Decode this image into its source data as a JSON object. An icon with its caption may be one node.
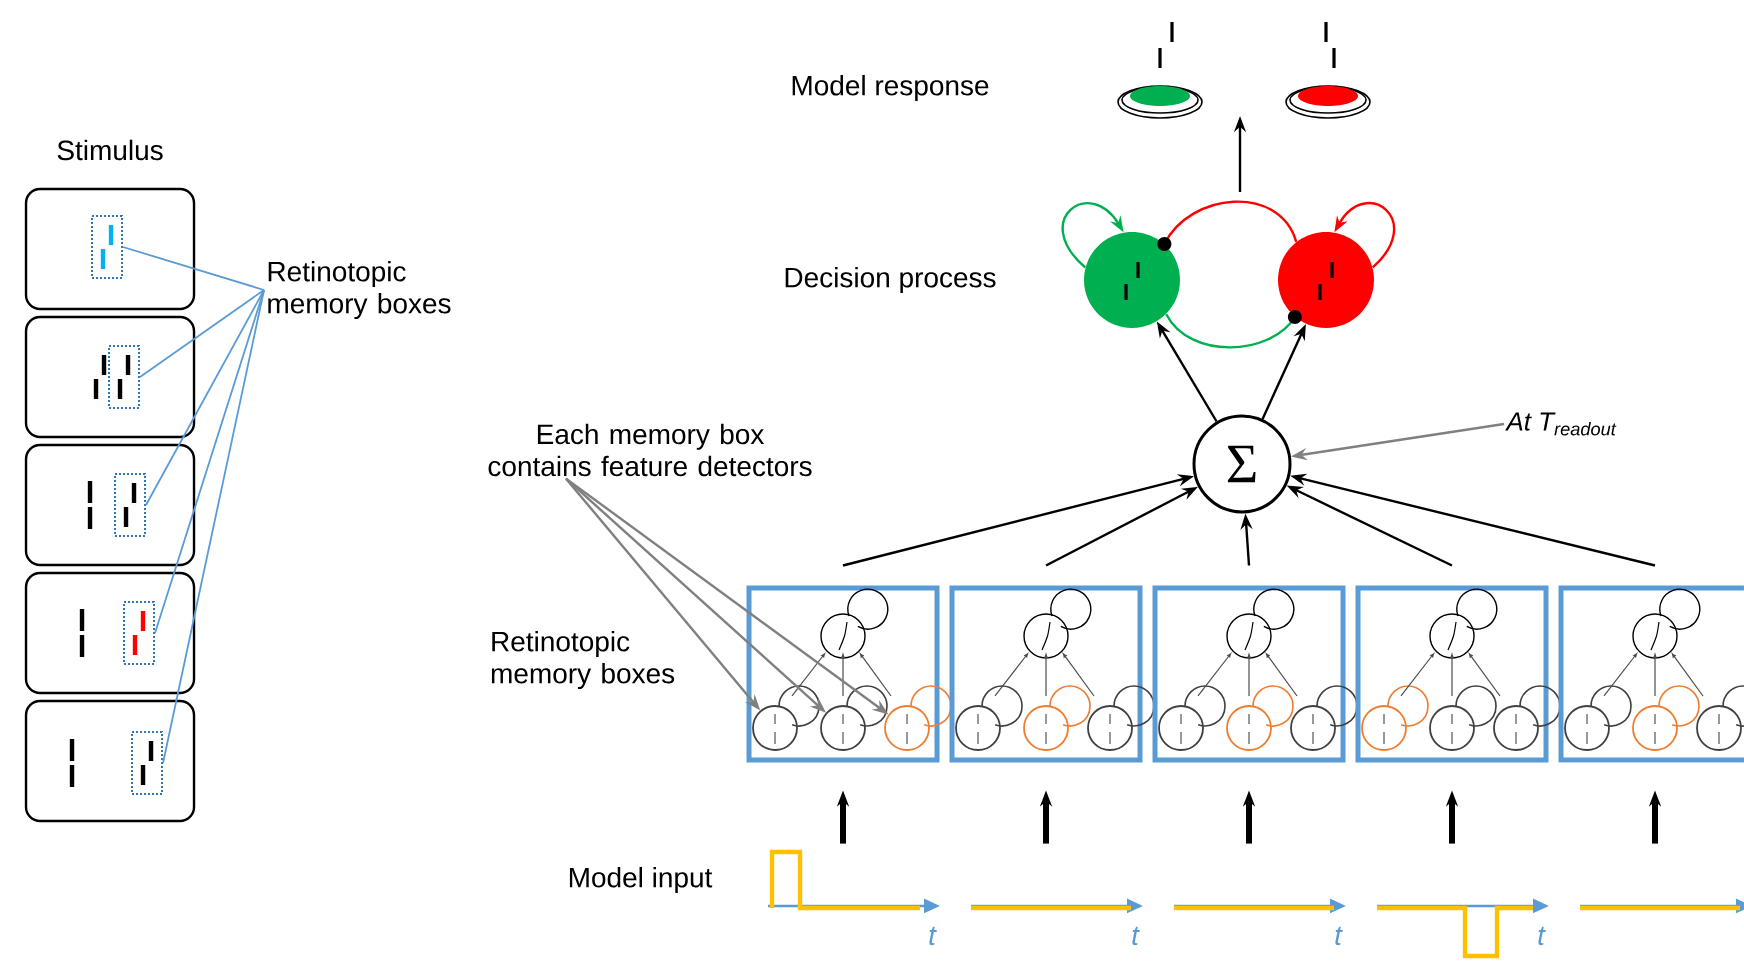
{
  "diagram": {
    "nodes": [
      {
        "text": [],
        "shape": "box"
      },
      {
        "text": [],
        "shape": "box"
      },
      {
        "text": [],
        "shape": "box"
      },
      {
        "text": [],
        "shape": "box"
      },
      {
        "text": [],
        "shape": "box"
      },
      {
        "text": [],
        "shape": "box",
        "in": 0
      },
      {
        "text": [],
        "shape": "box",
        "in": 1
      },
      {
        "text": [],
        "shape": "box",
        "in": 2
      },
      {
        "text": [],
        "shape": "box",
        "in": 3
      },
      {
        "text": [],
        "shape": "box",
        "in": 4
      },
      {
        "text": [
          "Retinotopic memory boxes"
        ]
      },
      {
        "text": [],
        "shape": "circle"
      },
      {
        "text": [],
        "shape": "circle"
      },
      {
        "text": [
          "Σ"
        ]
      },
      {
        "text": [
          "At T$_{readout}$"
        ]
      },
      {
        "text": [],
        "shape": "box"
      },
      {
        "text": [],
        "shape": "box"
      },
      {
        "text": [],
        "shape": "box"
      },
      {
        "text": [],
        "shape": "box"
      },
      {
        "text": [],
        "shape": "box"
      },
      {
        "text": [],
        "shape": "circle",
        "in": 15
      },
      {
        "text": [],
        "shape": "circle",
        "in": 15
      },
      {
        "text": [],
        "shape": "circle",
        "in": 15
      },
      {
        "text": [
          "Each memory box contains feature detectors"
        ]
      },
      {
        "text": [],
        "shape": "picture"
      },
      {
        "text": [],
        "shape": "picture"
      },
      {
        "text": [],
        "shape": "picture"
      },
      {
        "text": [],
        "shape": "picture"
      },
      {
        "text": [],
        "shape": "picture"
      }
    ],
    "edges": [
      {
        "from": 10,
        "to": 5,
        "arrow": "none",
        "color": "#5b9bd5"
      },
      {
        "from": 10,
        "to": 6,
        "arrow": "none",
        "color": "#5b9bd5"
      },
      {
        "from": 10,
        "to": 7,
        "arrow": "none",
        "color": "#5b9bd5"
      },
      {
        "from": 10,
        "to": 8,
        "arrow": "none",
        "color": "#5b9bd5"
      },
      {
        "from": 10,
        "to": 9,
        "arrow": "none",
        "color": "#5b9bd5"
      },
      {
        "from": 11,
        "to": 11,
        "arrow": "to",
        "color": "#00b050"
      },
      {
        "from": 12,
        "to": 12,
        "arrow": "to",
        "color": "#ff0000"
      },
      {
        "from": 12,
        "to": 11,
        "arrow": "other",
        "color": "#ff0000"
      },
      {
        "from": 11,
        "to": 12,
        "arrow": "other",
        "color": "#00b050"
      },
      {
        "from": 13,
        "to": 11,
        "arrow": "to"
      },
      {
        "from": 13,
        "to": 12,
        "arrow": "to"
      },
      {
        "from": 14,
        "to": 13,
        "arrow": "to",
        "color": "#808080"
      },
      {
        "from": 15,
        "to": 13,
        "arrow": "to"
      },
      {
        "from": 16,
        "to": 13,
        "arrow": "to"
      },
      {
        "from": 17,
        "to": 13,
        "arrow": "to"
      },
      {
        "from": 18,
        "to": 13,
        "arrow": "to"
      },
      {
        "from": 19,
        "to": 13,
        "arrow": "to"
      },
      {
        "from": 23,
        "to": 20,
        "arrow": "to",
        "color": "#808080"
      },
      {
        "from": 23,
        "to": 21,
        "arrow": "to",
        "color": "#808080"
      },
      {
        "from": 23,
        "to": 22,
        "arrow": "to",
        "color": "#808080"
      },
      {
        "from": 24,
        "to": 15,
        "arrow": "to",
        "style": "thick"
      },
      {
        "from": 25,
        "to": 16,
        "arrow": "to",
        "style": "thick"
      },
      {
        "from": 26,
        "to": 17,
        "arrow": "to",
        "style": "thick"
      },
      {
        "from": 27,
        "to": 18,
        "arrow": "to",
        "style": "thick"
      },
      {
        "from": 28,
        "to": 19,
        "arrow": "to",
        "style": "thick"
      }
    ],
    "labels": [
      "Stimulus",
      "Model response",
      "Decision process",
      "Retinotopic memory boxes",
      "Model input",
      "t",
      "t",
      "t",
      "t"
    ]
  }
}
